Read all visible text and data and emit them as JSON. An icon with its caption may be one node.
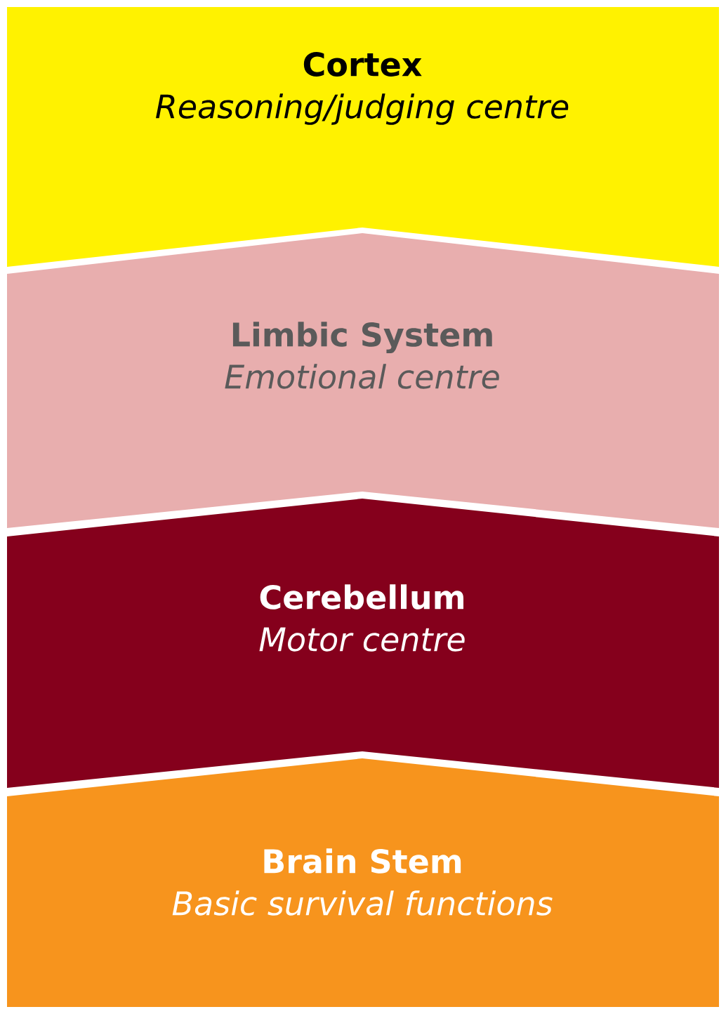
{
  "diagram": {
    "nodes": [
      {
        "text": [
          "Cortex",
          "Reasoning/judging centre"
        ]
      },
      {
        "text": [
          "Limbic System",
          "Emotional centre"
        ]
      },
      {
        "text": [
          "Cerebellum",
          "Motor centre"
        ]
      },
      {
        "text": [
          "Brain Stem",
          "Basic survival functions"
        ]
      }
    ]
  }
}
